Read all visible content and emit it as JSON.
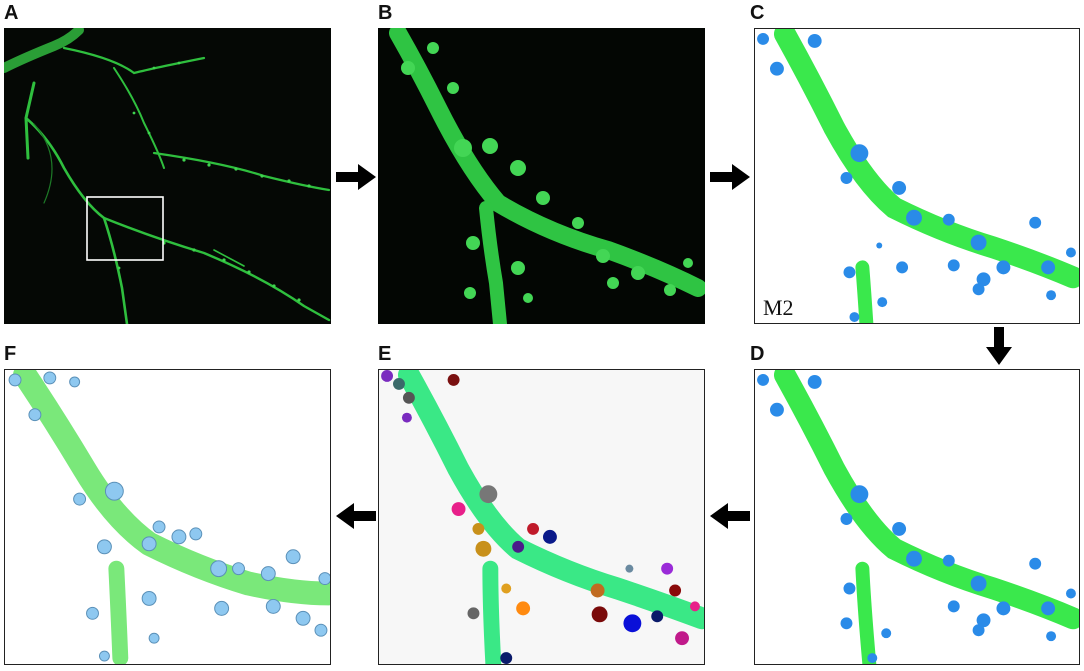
{
  "panels": {
    "a": {
      "label": "A"
    },
    "b": {
      "label": "B"
    },
    "c": {
      "label": "C",
      "annotation": "M2"
    },
    "d": {
      "label": "D"
    },
    "e": {
      "label": "E"
    },
    "f": {
      "label": "F"
    }
  },
  "colors": {
    "fluorescence_bg": "#050805",
    "dendrite_green": "#33e84a",
    "spine_blue": "#2a8be8",
    "render_green": "#7ae87a",
    "render_blue": "#8ec8f0",
    "background_e": "#f7f7f7"
  }
}
